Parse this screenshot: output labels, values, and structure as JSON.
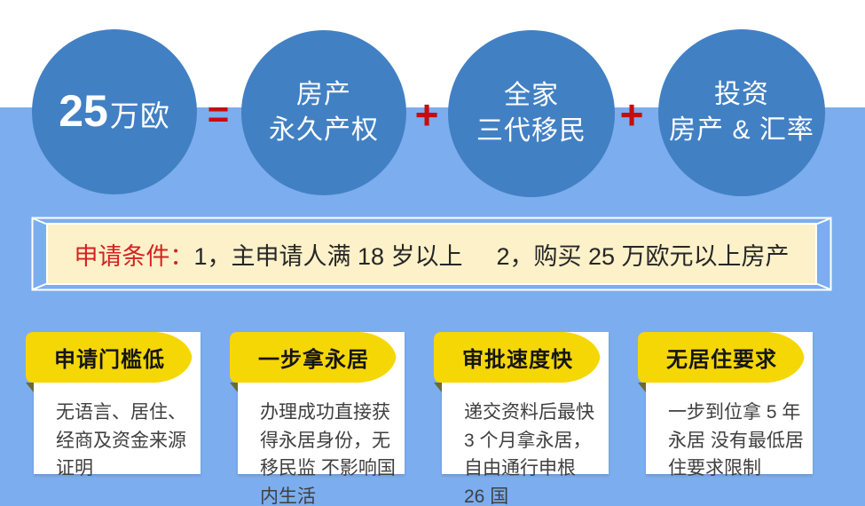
{
  "colors": {
    "background_blue": "#7cadee",
    "top_band_white": "#ffffff",
    "circle_blue": "#4280c4",
    "operator_red": "#c60d0d",
    "ribbon_yellow": "#f5d706",
    "ribbon_fold_olive": "#6a6a35",
    "banner_cream": "#fdf1c9",
    "banner_label_red": "#d42121",
    "body_text_gray": "#3f3f3f"
  },
  "equation": {
    "result": {
      "amount": "25",
      "unit": "万欧"
    },
    "equals": "=",
    "plus": "+",
    "terms": [
      {
        "line1": "房产",
        "line2": "永久产权"
      },
      {
        "line1": "全家",
        "line2": "三代移民"
      },
      {
        "line1": "投资",
        "line2": "房产 & 汇率"
      }
    ]
  },
  "conditions_banner": {
    "label": "申请条件：",
    "item1": "1，主申请人满 18 岁以上",
    "item2": "2，购买 25 万欧元以上房产"
  },
  "benefit_cards": [
    {
      "title": "申请门槛低",
      "body": "无语言、居住、经商及资金来源证明"
    },
    {
      "title": "一步拿永居",
      "body": "办理成功直接获得永居身份，无移民监 不影响国内生活"
    },
    {
      "title": "审批速度快",
      "body": "递交资料后最快 3 个月拿永居，自由通行申根 26 国"
    },
    {
      "title": "无居住要求",
      "body": "一步到位拿 5 年永居 没有最低居住要求限制"
    }
  ]
}
